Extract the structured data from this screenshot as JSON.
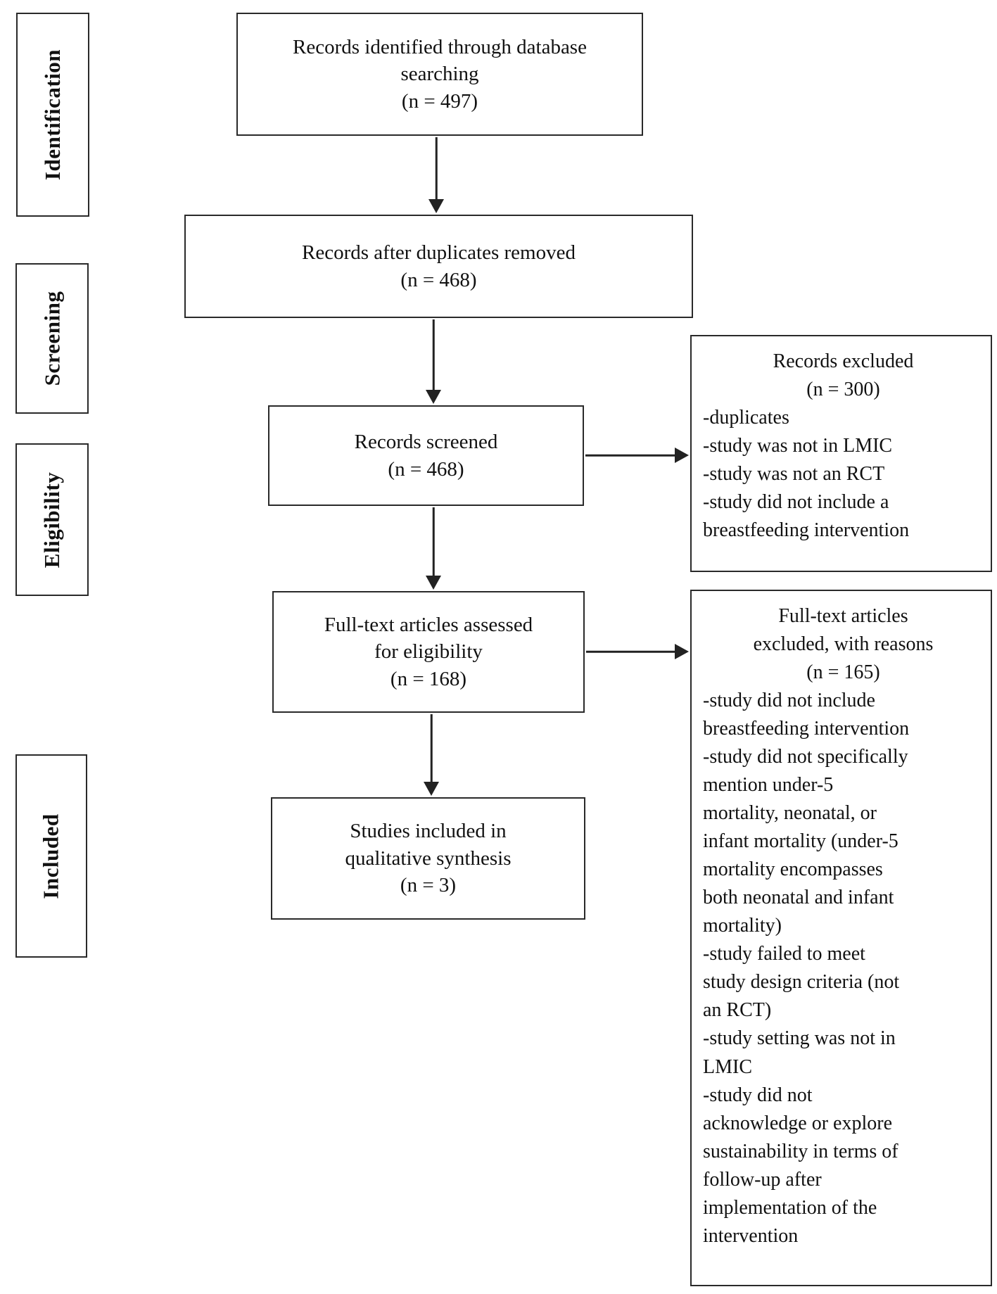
{
  "colors": {
    "background": "#ffffff",
    "border": "#2a2a2a",
    "text": "#111111"
  },
  "stages": [
    {
      "label": "Identification"
    },
    {
      "label": "Screening"
    },
    {
      "label": "Eligibility"
    },
    {
      "label": "Included"
    }
  ],
  "flow": [
    {
      "lines": [
        "Records identified through database",
        "searching",
        "(n = 497)"
      ]
    },
    {
      "lines": [
        "Records after duplicates removed",
        "(n = 468)"
      ]
    },
    {
      "lines": [
        "Records screened",
        "(n = 468)"
      ]
    },
    {
      "lines": [
        "Full-text articles assessed",
        "for eligibility",
        "(n = 168)"
      ]
    },
    {
      "lines": [
        "Studies included in",
        "qualitative synthesis",
        "(n = 3)"
      ]
    }
  ],
  "exclusions": [
    {
      "header_lines": [
        "Records excluded",
        "(n = 300)"
      ],
      "reason_lines": [
        "-duplicates",
        "-study was not in LMIC",
        "-study was not an RCT",
        "-study did not include a",
        "breastfeeding intervention"
      ],
      "reasons_full": [
        "duplicates",
        "study was not in LMIC",
        "study was not an RCT",
        "study did not include a breastfeeding intervention"
      ]
    },
    {
      "header_lines": [
        "Full-text articles",
        "excluded, with reasons",
        "(n = 165)"
      ],
      "reason_lines": [
        "-study did not include",
        "breastfeeding intervention",
        "-study did not specifically",
        "mention under-5",
        "mortality, neonatal, or",
        "infant mortality (under-5",
        "mortality encompasses",
        "both neonatal and infant",
        "mortality)",
        "-study failed to meet",
        "study design criteria (not",
        "an RCT)",
        "-study setting was not in",
        "LMIC",
        "-study did not",
        "acknowledge or explore",
        "sustainability in terms of",
        "follow-up after",
        "implementation of the",
        "intervention"
      ],
      "reasons_full": [
        "study did not include breastfeeding intervention",
        "study did not specifically mention under-5 mortality, neonatal, or infant mortality (under-5 mortality encompasses both neonatal and infant mortality)",
        "study failed to meet study design criteria (not an RCT)",
        "study setting was not in LMIC",
        "study did not acknowledge or explore sustainability in terms of follow-up after implementation of the intervention"
      ]
    }
  ]
}
